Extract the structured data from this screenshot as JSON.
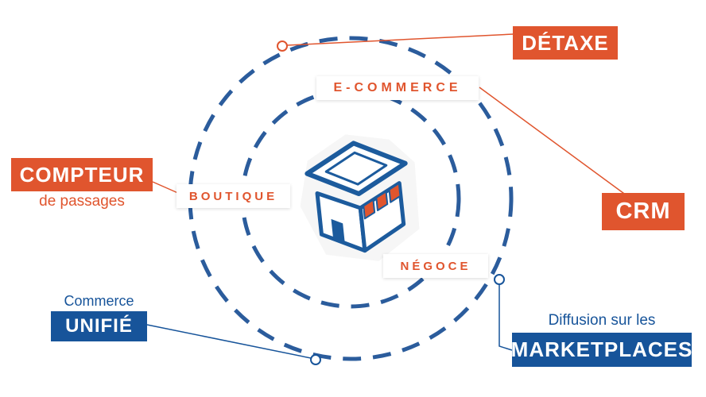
{
  "colors": {
    "orange": "#e0552e",
    "blue": "#17549a",
    "orbit_blue": "#2b5c9c"
  },
  "center": {
    "icon": "store-icon"
  },
  "orbit_labels": {
    "ecommerce": "E-COMMERCE",
    "boutique": "BOUTIQUE",
    "negoce": "NÉGOCE"
  },
  "callouts": {
    "detaxe": {
      "label": "DÉTAXE"
    },
    "crm": {
      "label": "CRM"
    },
    "compteur": {
      "label": "COMPTEUR",
      "sublabel": "de passages"
    },
    "unifie": {
      "toplabel": "Commerce",
      "label": "UNIFIÉ"
    },
    "marketplaces": {
      "toplabel": "Diffusion sur les",
      "label": "MARKETPLACES"
    }
  }
}
